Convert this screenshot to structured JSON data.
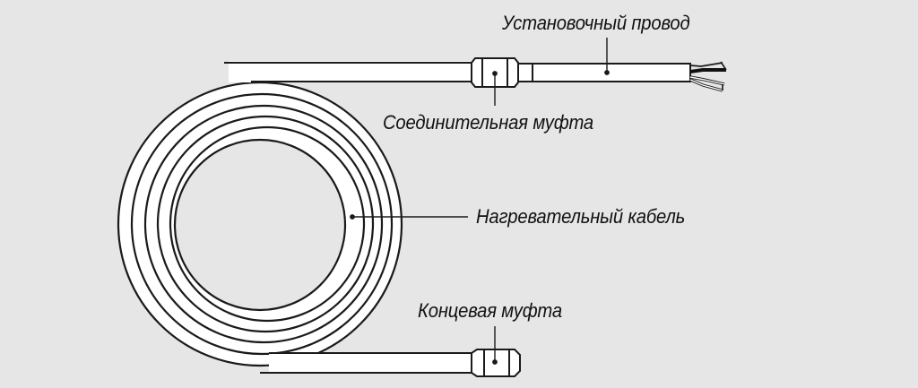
{
  "diagram": {
    "labels": {
      "lead_wire": "Установочный провод",
      "coupling": "Соединительная муфта",
      "heating_cable": "Нагревательный кабель",
      "end_cap": "Концевая муфта"
    },
    "colors": {
      "background": "#e6e6e6",
      "cable_fill": "#ffffff",
      "outline": "#1a1a1a",
      "wire_dark": "#111111",
      "wire_light": "#ffffff"
    }
  }
}
